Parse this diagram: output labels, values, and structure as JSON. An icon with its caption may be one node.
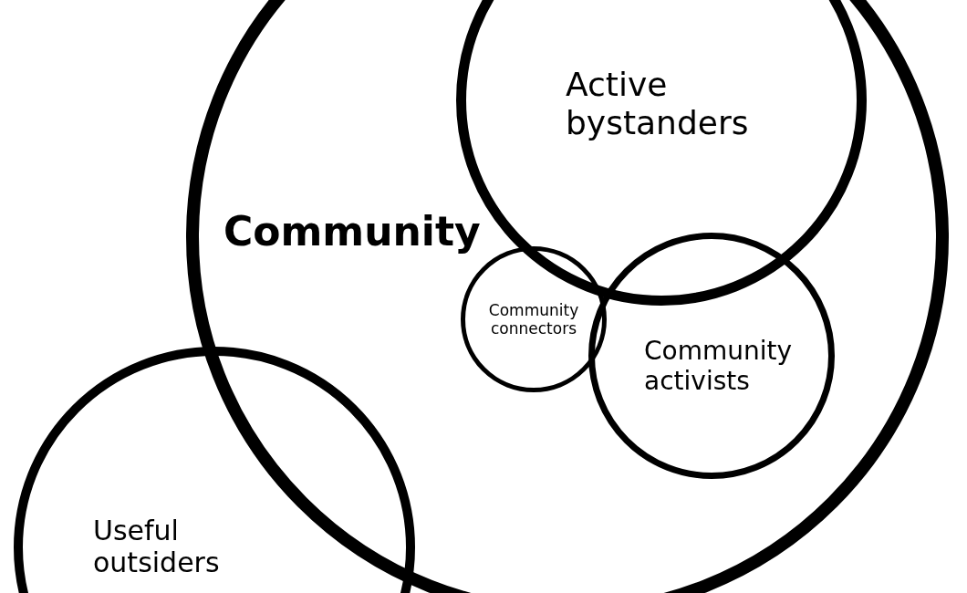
{
  "diagram": {
    "nodes": [
      {
        "text": [
          "Community"
        ]
      },
      {
        "text": [
          "Active bystanders"
        ],
        "in": 0
      },
      {
        "text": [
          "Community connectors"
        ],
        "in": 0
      },
      {
        "text": [
          "Community activists"
        ],
        "in": 0
      },
      {
        "text": [
          "Useful outsiders"
        ]
      }
    ]
  }
}
